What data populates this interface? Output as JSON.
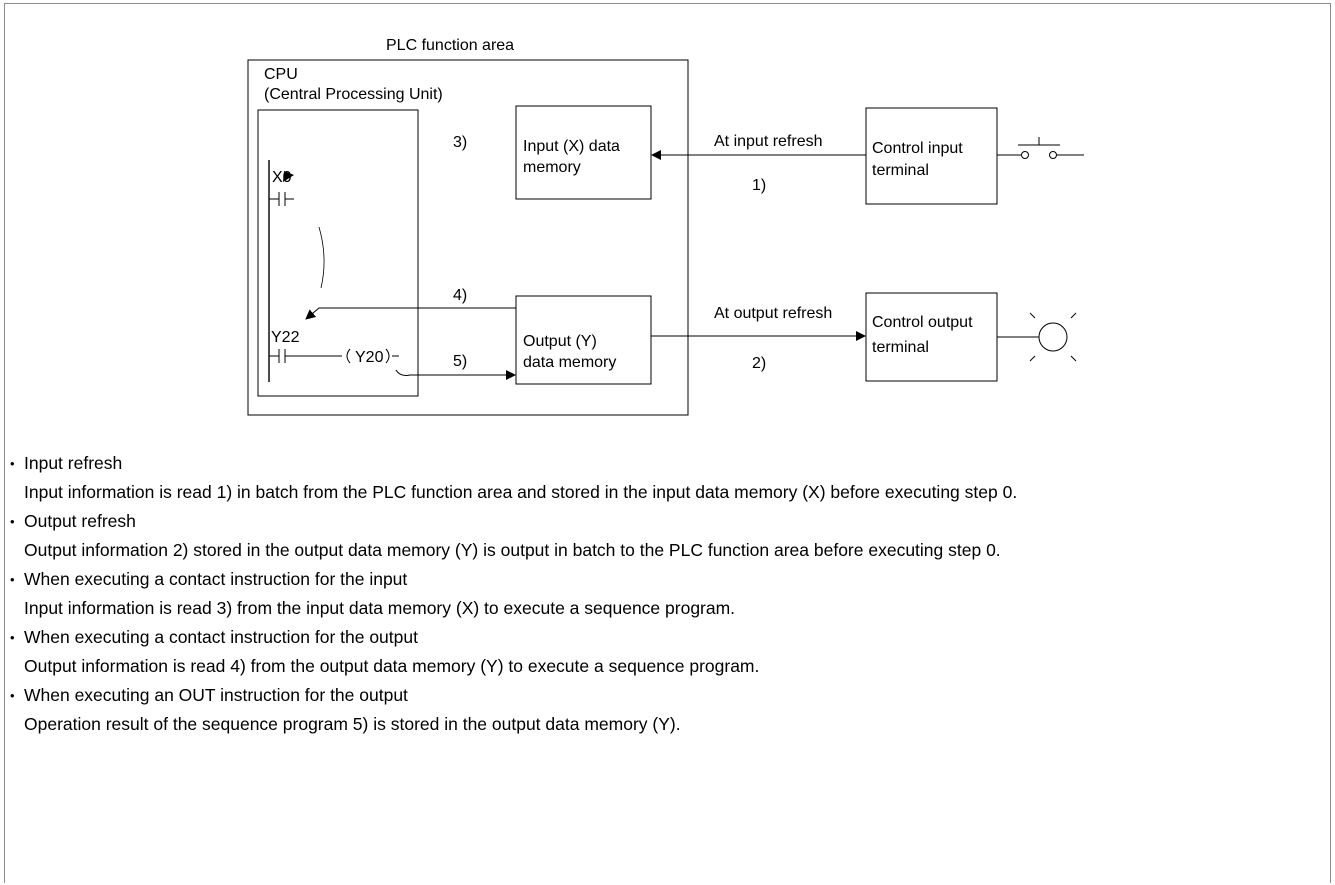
{
  "diagram": {
    "area_title": "PLC function area",
    "cpu_label_line1": "CPU",
    "cpu_label_line2": "(Central Processing Unit)",
    "input_memory_line1": "Input (X) data",
    "input_memory_line2": "memory",
    "output_memory_line1": "Output (Y)",
    "output_memory_line2": "data memory",
    "input_terminal_line1": "Control input",
    "input_terminal_line2": "terminal",
    "output_terminal_line1": "Control output",
    "output_terminal_line2": "terminal",
    "input_refresh_label": "At input refresh",
    "output_refresh_label": "At output refresh",
    "step1": "1)",
    "step2": "2)",
    "step3": "3)",
    "step4": "4)",
    "step5": "5)",
    "contact_x0": "X0",
    "contact_y22": "Y22",
    "coil_y20": "Y20"
  },
  "descriptions": [
    {
      "heading": "Input refresh",
      "body": "Input information is read 1) in batch from the PLC function area and stored in the input data memory (X) before executing step 0."
    },
    {
      "heading": "Output refresh",
      "body": "Output information 2) stored in the output data memory (Y) is output in batch to the PLC function area before executing step 0."
    },
    {
      "heading": "When executing a contact instruction for the input",
      "body": "Input information is read 3) from the input data memory (X) to execute a sequence program."
    },
    {
      "heading": "When executing a contact instruction for the output",
      "body": "Output information is read 4) from the output data memory (Y) to execute a sequence program."
    },
    {
      "heading": "When executing an OUT instruction for the output",
      "body": "Operation result of the sequence program 5) is stored in the output data memory (Y)."
    }
  ]
}
